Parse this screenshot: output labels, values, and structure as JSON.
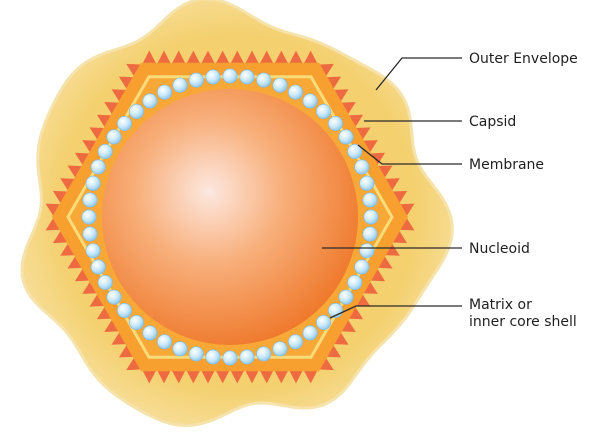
{
  "labels": {
    "outer_envelope": "Outer Envelope",
    "capsid": "Capsid",
    "membrane": "Membrane",
    "nucleoid": "Nucleoid",
    "matrix_line1": "Matrix or",
    "matrix_line2": "inner core shell"
  },
  "colors": {
    "envelope": "#f5d47a",
    "envelope_edge": "#f8e3a8",
    "capsid_spikes": "#ee6a40",
    "capsid_fill": "#f7a02f",
    "membrane_stroke": "#f9dc7a",
    "bead": "#a9d8f4",
    "bead_highlight": "#ffffff",
    "nucleoid_center": "#fde6dc",
    "nucleoid_mid": "#f7a36c",
    "nucleoid_edge": "#ef7a2d",
    "leader_line": "#2a2a2a"
  }
}
